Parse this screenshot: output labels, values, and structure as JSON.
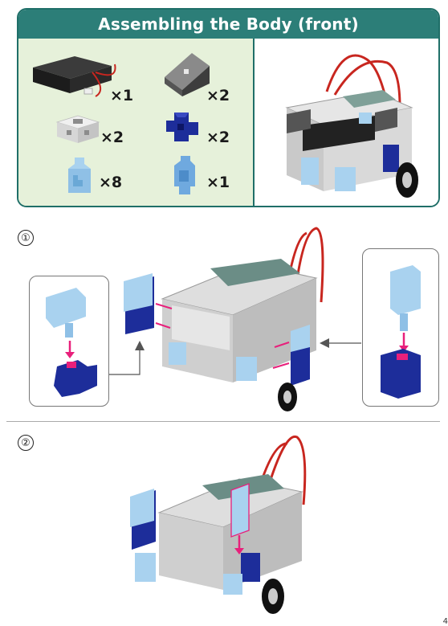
{
  "header": {
    "title": "Assembling the Body (front)"
  },
  "parts": [
    {
      "name": "battery-box",
      "qty": "×1"
    },
    {
      "name": "wedge-block",
      "qty": "×2"
    },
    {
      "name": "hub-block",
      "qty": "×2"
    },
    {
      "name": "dark-blue-joint",
      "qty": "×2"
    },
    {
      "name": "light-blue-block",
      "qty": "×8"
    },
    {
      "name": "blue-block",
      "qty": "×1"
    }
  ],
  "steps": [
    {
      "number": "①"
    },
    {
      "number": "②"
    }
  ],
  "colors": {
    "header": "#2c7e78",
    "parts_bg": "#e6f1da",
    "light_blue": "#a9d2ef",
    "dark_blue": "#1d2d9a",
    "arrow_pink": "#e8207b",
    "gray_block": "#d9d9d9",
    "wire_red": "#c8261f"
  },
  "page_mark": "4"
}
